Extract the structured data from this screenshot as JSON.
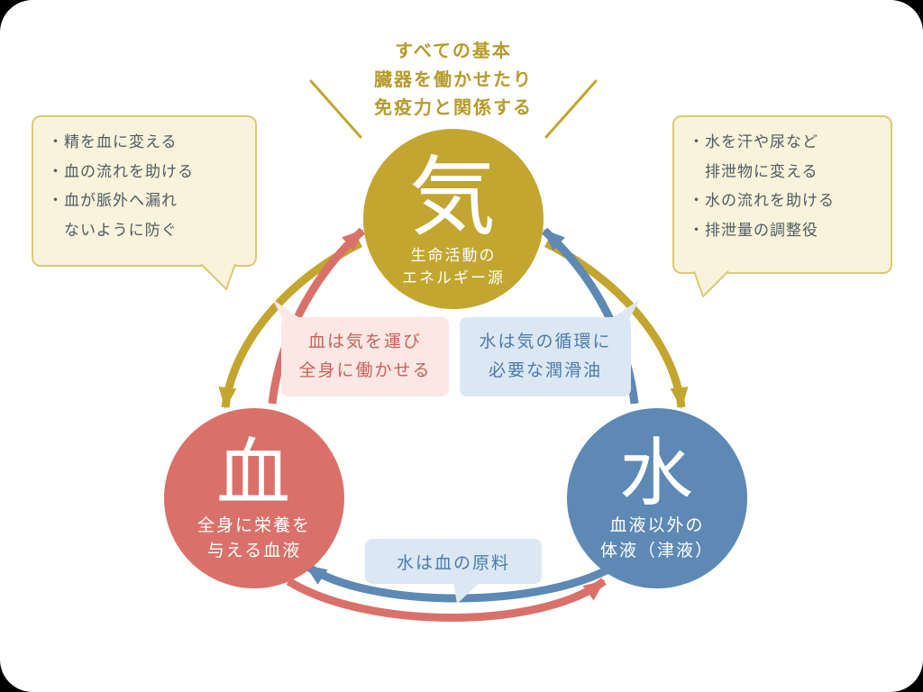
{
  "note_top": {
    "line1": "すべての基本",
    "line2": "臓器を働かせたり",
    "line3": "免疫力と関係する"
  },
  "ki": {
    "char": "気",
    "caption1": "生命活動の",
    "caption2": "エネルギー源"
  },
  "ketsu": {
    "char": "血",
    "caption1": "全身に栄養を",
    "caption2": "与える血液"
  },
  "sui": {
    "char": "水",
    "caption1": "血液以外の",
    "caption2": "体液（津液）"
  },
  "left_bubble": {
    "lines": [
      "・精を血に変える",
      "・血の流れを助ける",
      "・血が脈外へ漏れ",
      "　ないように防ぐ"
    ]
  },
  "right_bubble": {
    "lines": [
      "・水を汗や尿など",
      "　排泄物に変える",
      "・水の流れを助ける",
      "・排泄量の調整役"
    ]
  },
  "pink_bubble": {
    "line1": "血は気を運び",
    "line2": "全身に働かせる"
  },
  "center_blue_bubble": {
    "line1": "水は気の循環に",
    "line2": "必要な潤滑油"
  },
  "bottom_bubble": {
    "text": "水は血の原料"
  },
  "colors": {
    "ki_gold": "#c2a62f",
    "ketsu_red": "#d9716a",
    "sui_blue": "#5d89b4",
    "cream_fill": "#f8f3da",
    "cream_border": "#dbca74",
    "pink_fill": "#fbe7e4",
    "pink_text": "#c9625a",
    "lightblue_fill": "#dbe8f3",
    "lightblue_text": "#4d7aa8",
    "note_text": "#b59b2b",
    "bubble_text": "#4f5b66"
  }
}
